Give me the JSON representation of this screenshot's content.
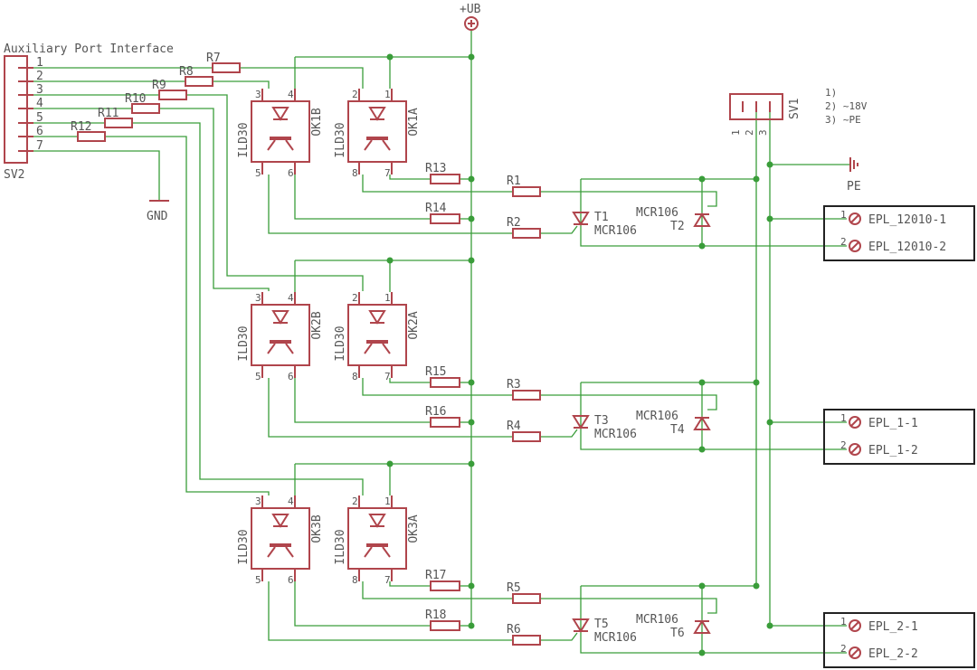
{
  "header": {
    "supply_label": "+UB",
    "aux_title": "Auxiliary Port Interface",
    "aux_name": "SV2",
    "aux_pins": [
      "1",
      "2",
      "3",
      "4",
      "5",
      "6",
      "7"
    ],
    "gnd_label": "GND",
    "sv1_name": "SV1",
    "sv1_pins": [
      "1",
      "2",
      "3"
    ],
    "sv1_notes": [
      "1)",
      "2) ~18V",
      "3) ~PE"
    ],
    "pe_label": "PE"
  },
  "resistors": [
    "R7",
    "R8",
    "R9",
    "R10",
    "R11",
    "R12"
  ],
  "channels": [
    {
      "okA": "OK1A",
      "okB": "OK1B",
      "ok_type": "ILD30",
      "pins_b": [
        "3",
        "4",
        "5",
        "6"
      ],
      "pins_a": [
        "2",
        "1",
        "8",
        "7"
      ],
      "r_top": "R13",
      "r_bot": "R14",
      "r_gate1": "R1",
      "r_gate2": "R2",
      "t_left": "T1",
      "t_left_type": "MCR106",
      "t_right": "T2",
      "t_right_type": "MCR106",
      "conn": [
        "EPL_12010-1",
        "EPL_12010-2"
      ],
      "conn_pins": [
        "1",
        "2"
      ]
    },
    {
      "okA": "OK2A",
      "okB": "OK2B",
      "ok_type": "ILD30",
      "pins_b": [
        "3",
        "4",
        "5",
        "6"
      ],
      "pins_a": [
        "2",
        "1",
        "8",
        "7"
      ],
      "r_top": "R15",
      "r_bot": "R16",
      "r_gate1": "R3",
      "r_gate2": "R4",
      "t_left": "T3",
      "t_left_type": "MCR106",
      "t_right": "T4",
      "t_right_type": "MCR106",
      "conn": [
        "EPL_1-1",
        "EPL_1-2"
      ],
      "conn_pins": [
        "1",
        "2"
      ]
    },
    {
      "okA": "OK3A",
      "okB": "OK3B",
      "ok_type": "ILD30",
      "pins_b": [
        "3",
        "4",
        "5",
        "6"
      ],
      "pins_a": [
        "2",
        "1",
        "8",
        "7"
      ],
      "r_top": "R17",
      "r_bot": "R18",
      "r_gate1": "R5",
      "r_gate2": "R6",
      "t_left": "T5",
      "t_left_type": "MCR106",
      "t_right": "T6",
      "t_right_type": "MCR106",
      "conn": [
        "EPL_2-1",
        "EPL_2-2"
      ],
      "conn_pins": [
        "1",
        "2"
      ]
    }
  ]
}
